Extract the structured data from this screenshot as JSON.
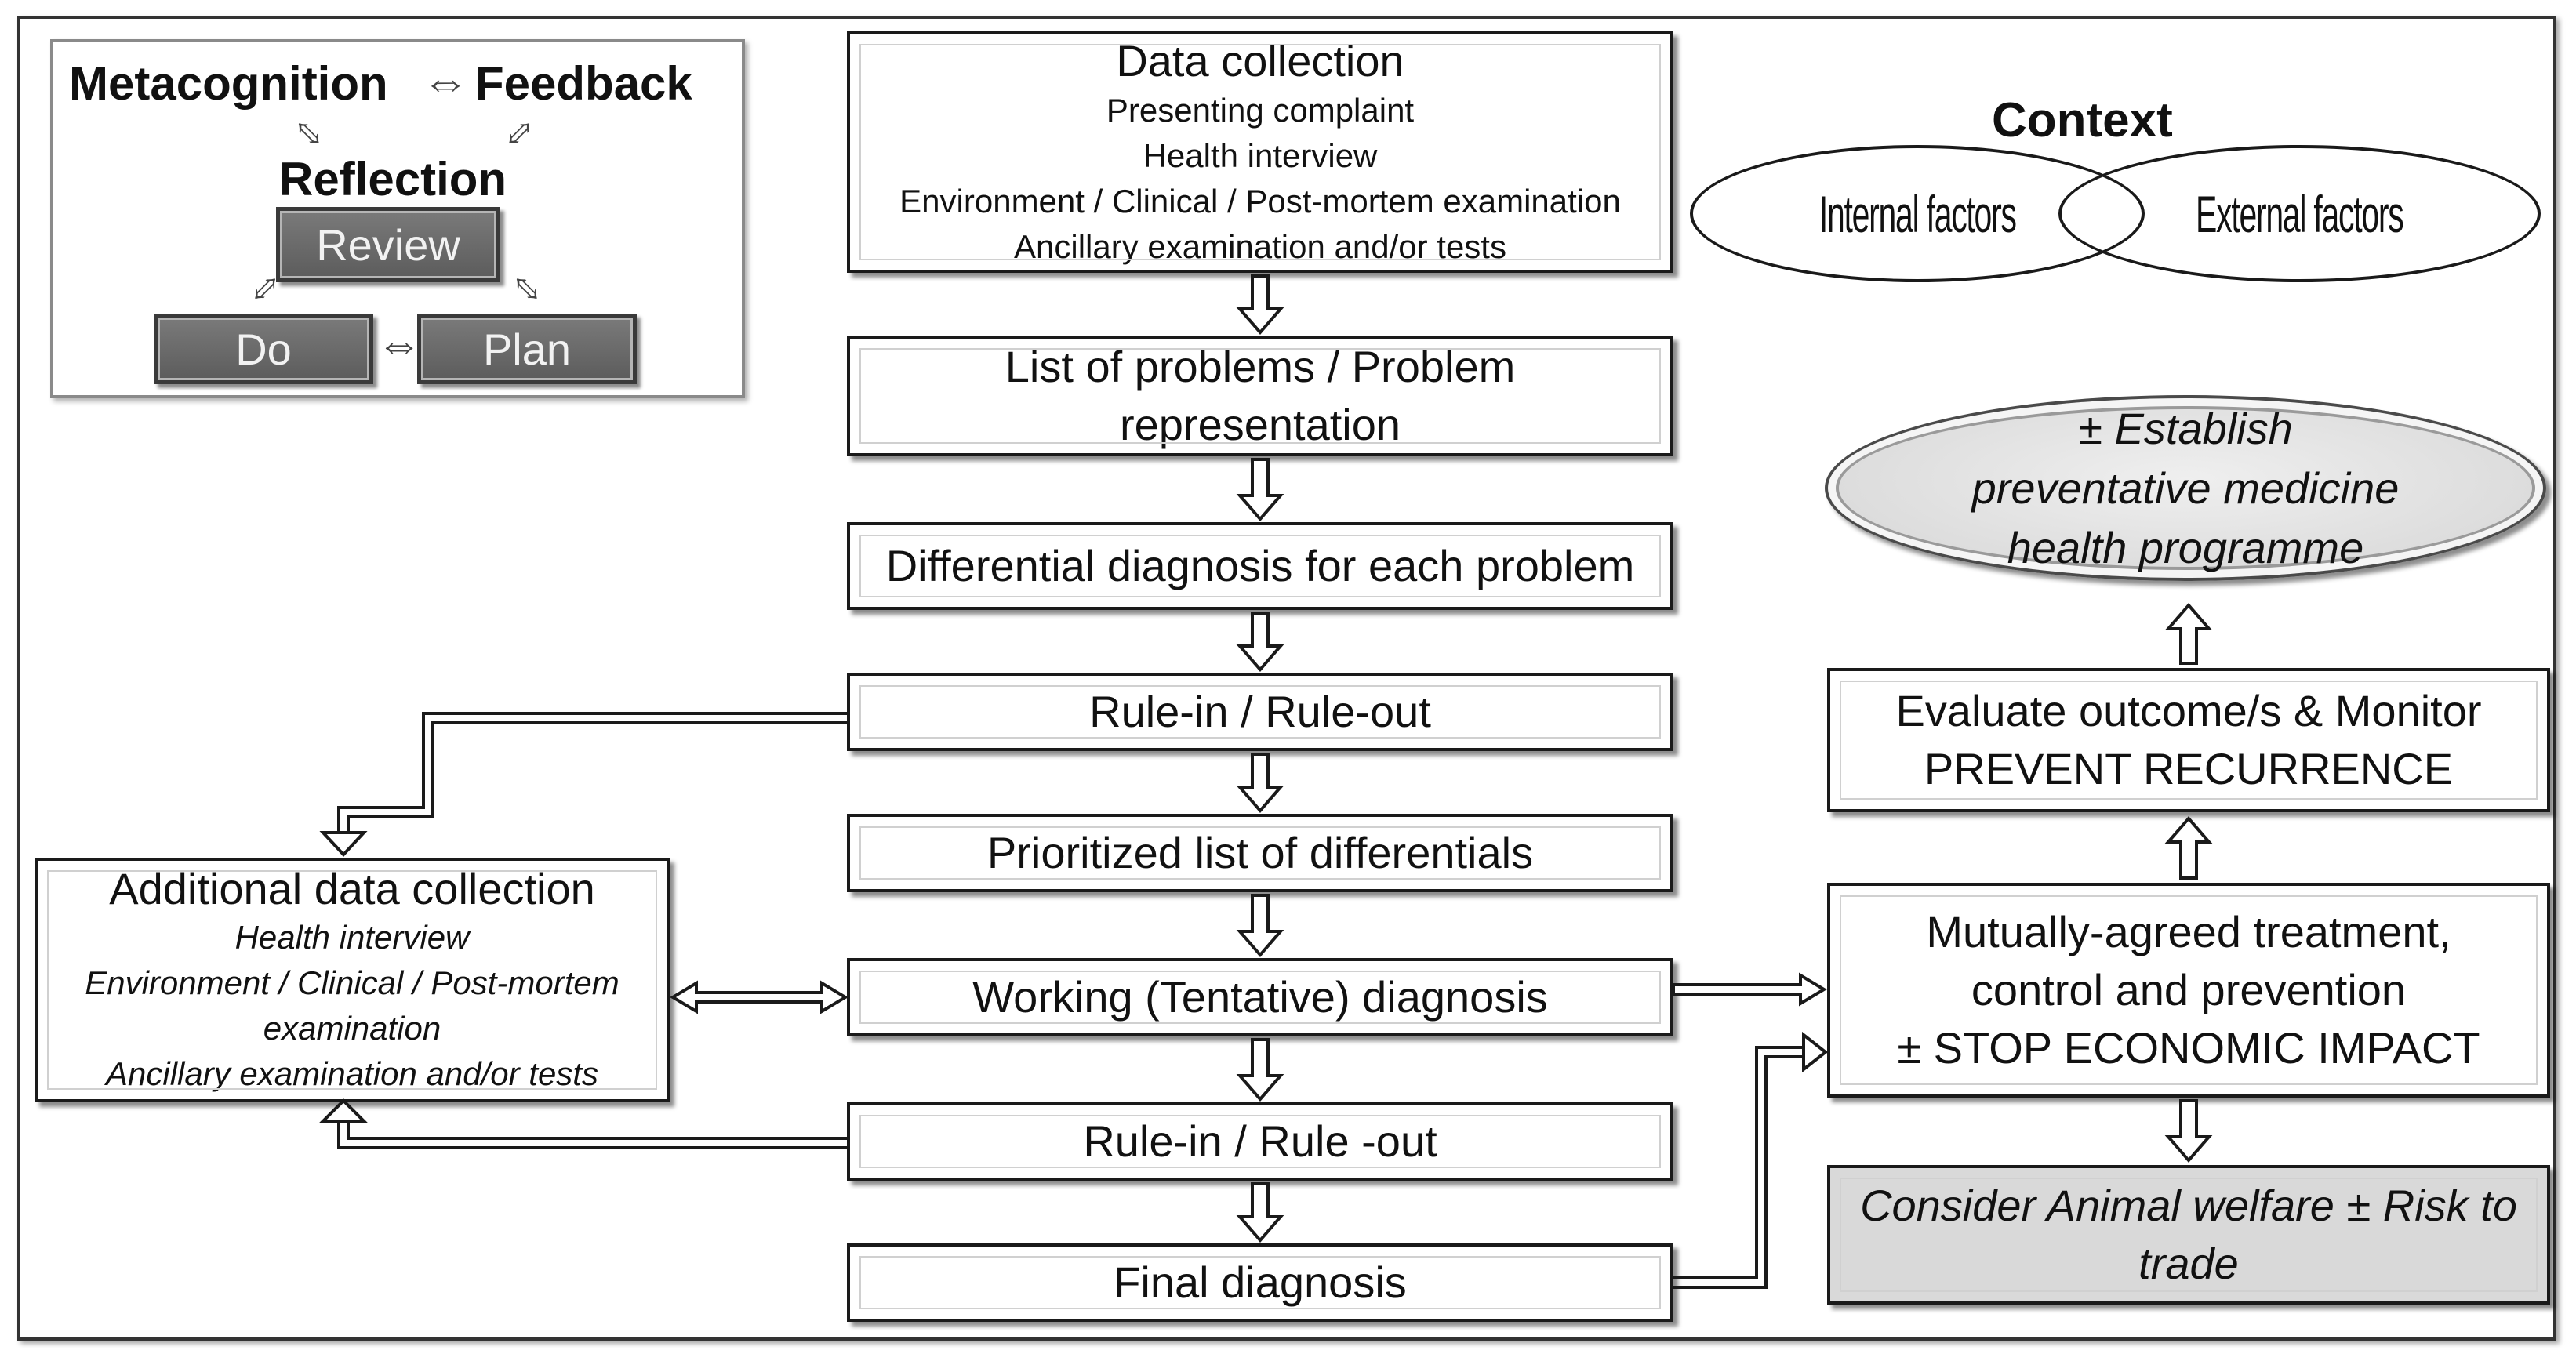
{
  "pdca": {
    "metacognition": "Metacognition",
    "exchange_symbol": "⇔",
    "feedback": "Feedback",
    "reflection": "Reflection",
    "review": "Review",
    "do": "Do",
    "plan": "Plan"
  },
  "flow": {
    "data_collection": {
      "title": "Data collection",
      "lines": [
        "Presenting complaint",
        "Health interview",
        "Environment / Clinical / Post-mortem examination",
        "Ancillary examination and/or tests"
      ]
    },
    "problem_list": [
      "List of problems / Problem",
      "representation"
    ],
    "differential": "Differential diagnosis for each problem",
    "rule_in_out_1": "Rule-in / Rule-out",
    "prioritized": "Prioritized list of differentials",
    "working": "Working (Tentative) diagnosis",
    "rule_in_out_2": "Rule-in / Rule -out",
    "final": "Final diagnosis"
  },
  "additional": {
    "title": "Additional data collection",
    "lines": [
      "Health interview",
      "Environment / Clinical / Post-mortem",
      "examination",
      "Ancillary examination and/or tests"
    ]
  },
  "context": {
    "title": "Context",
    "internal": "Internal factors",
    "external": "External factors"
  },
  "right": {
    "goal": [
      "± Establish",
      "preventative medicine",
      "health programme"
    ],
    "evaluate": [
      "Evaluate outcome/s & Monitor",
      "PREVENT RECURRENCE"
    ],
    "treatment": [
      "Mutually-agreed treatment,",
      "control and prevention",
      "± STOP ECONOMIC IMPACT"
    ],
    "welfare": [
      "Consider Animal welfare ± Risk to",
      "trade"
    ]
  }
}
